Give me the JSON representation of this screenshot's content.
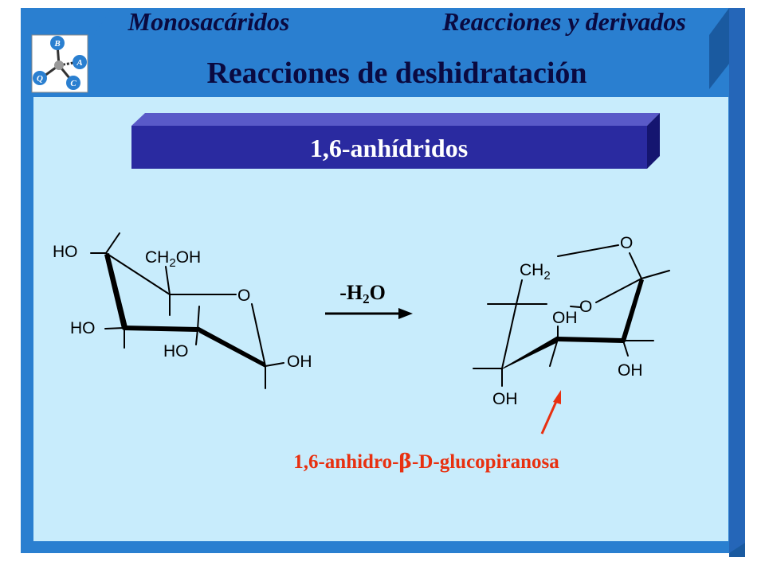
{
  "header": {
    "left_title": "Monosacáridos",
    "right_title": "Reacciones y derivados",
    "subtitle": "Reacciones de deshidratación",
    "logo_letters": [
      "B",
      "A",
      "C",
      "Q"
    ]
  },
  "banner": {
    "label": "1,6-anhídridos"
  },
  "reaction": {
    "reagent_prefix": "-H",
    "reagent_sub": "2",
    "reagent_suffix": "O"
  },
  "reactant": {
    "labels": {
      "ho_top": "HO",
      "ch2oh": "CH",
      "ch2oh_sub": "2",
      "ch2oh_tail": "OH",
      "o_ring": "O",
      "ho_left": "HO",
      "ho_mid": "HO",
      "oh_right": "OH"
    }
  },
  "product": {
    "labels": {
      "o_top": "O",
      "ch2": "CH",
      "ch2_sub": "2",
      "o_mid": "O",
      "oh_upper": "OH",
      "oh_right": "OH",
      "oh_bottom": "OH"
    },
    "name_prefix": "1,6-anhidro-",
    "name_greek": "β",
    "name_suffix": "-D-glucopiranosa"
  },
  "colors": {
    "frame_blue": "#2a7fd0",
    "frame_dark": "#1a5aa0",
    "content_bg": "#c8ecfc",
    "banner_bg": "#2a2aa0",
    "accent_red": "#e83010"
  }
}
